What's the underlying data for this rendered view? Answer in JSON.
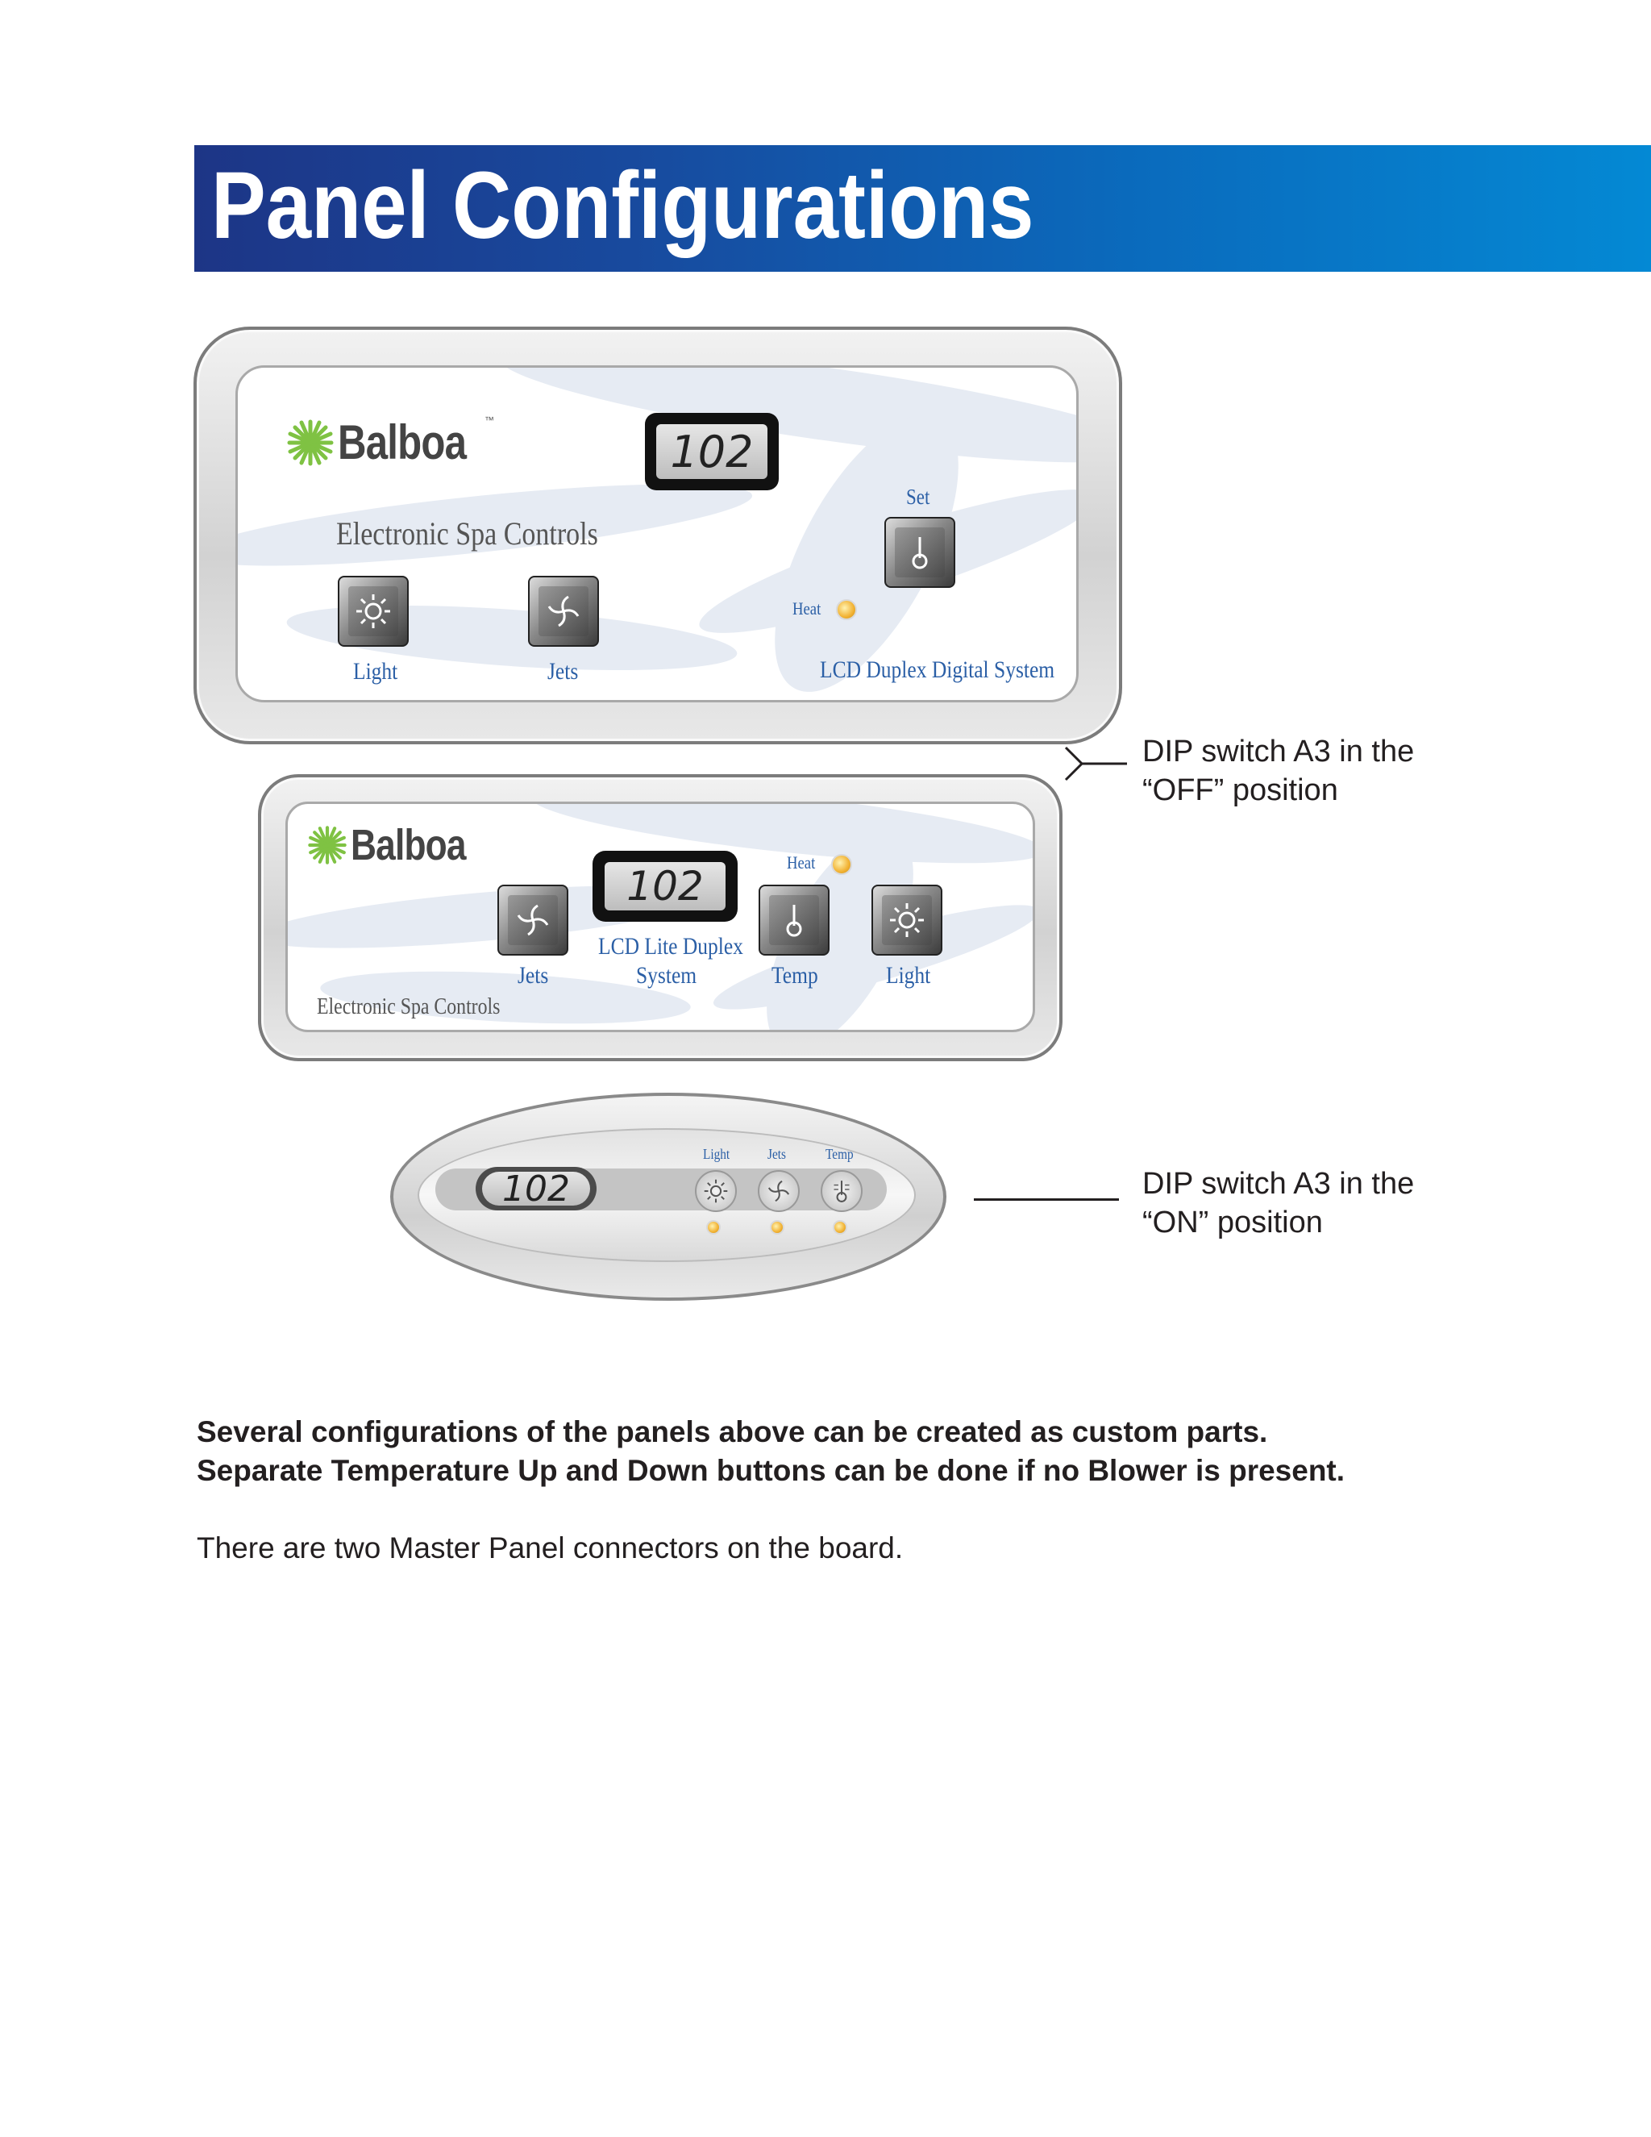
{
  "header": {
    "title": "Panel Configurations"
  },
  "panels": {
    "lcd_duplex_digital": {
      "brand": "Balboa",
      "trademark": "™",
      "subtitle": "Electronic Spa Controls",
      "display": "102",
      "set_label": "Set",
      "heat_label": "Heat",
      "light_label": "Light",
      "jets_label": "Jets",
      "system_label": "LCD Duplex Digital System"
    },
    "lcd_lite_duplex": {
      "brand": "Balboa",
      "display": "102",
      "heat_label": "Heat",
      "jets_label": "Jets",
      "system_line1": "LCD Lite Duplex",
      "system_line2": "System",
      "temp_label": "Temp",
      "light_label": "Light",
      "subtitle": "Electronic Spa Controls"
    },
    "oval": {
      "display": "102",
      "light_label": "Light",
      "jets_label": "Jets",
      "temp_label": "Temp"
    }
  },
  "callouts": {
    "off_line1": "DIP switch A3 in the",
    "off_line2": "“OFF” position",
    "on_line1": "DIP switch A3 in the",
    "on_line2": "“ON” position"
  },
  "body": {
    "bold_line1": "Several configurations of the panels above can be created as custom parts.",
    "bold_line2": "Separate Temperature Up and Down buttons can be done if no Blower is present.",
    "regular": "There are two Master Panel connectors on the board."
  },
  "colors": {
    "banner_start": "#1d3586",
    "banner_end": "#0489d4",
    "label_blue": "#2b5fa6",
    "led_amber": "#f2b233"
  },
  "icons": [
    "light-icon",
    "jets-icon",
    "thermometer-icon",
    "balboa-logo-icon"
  ]
}
